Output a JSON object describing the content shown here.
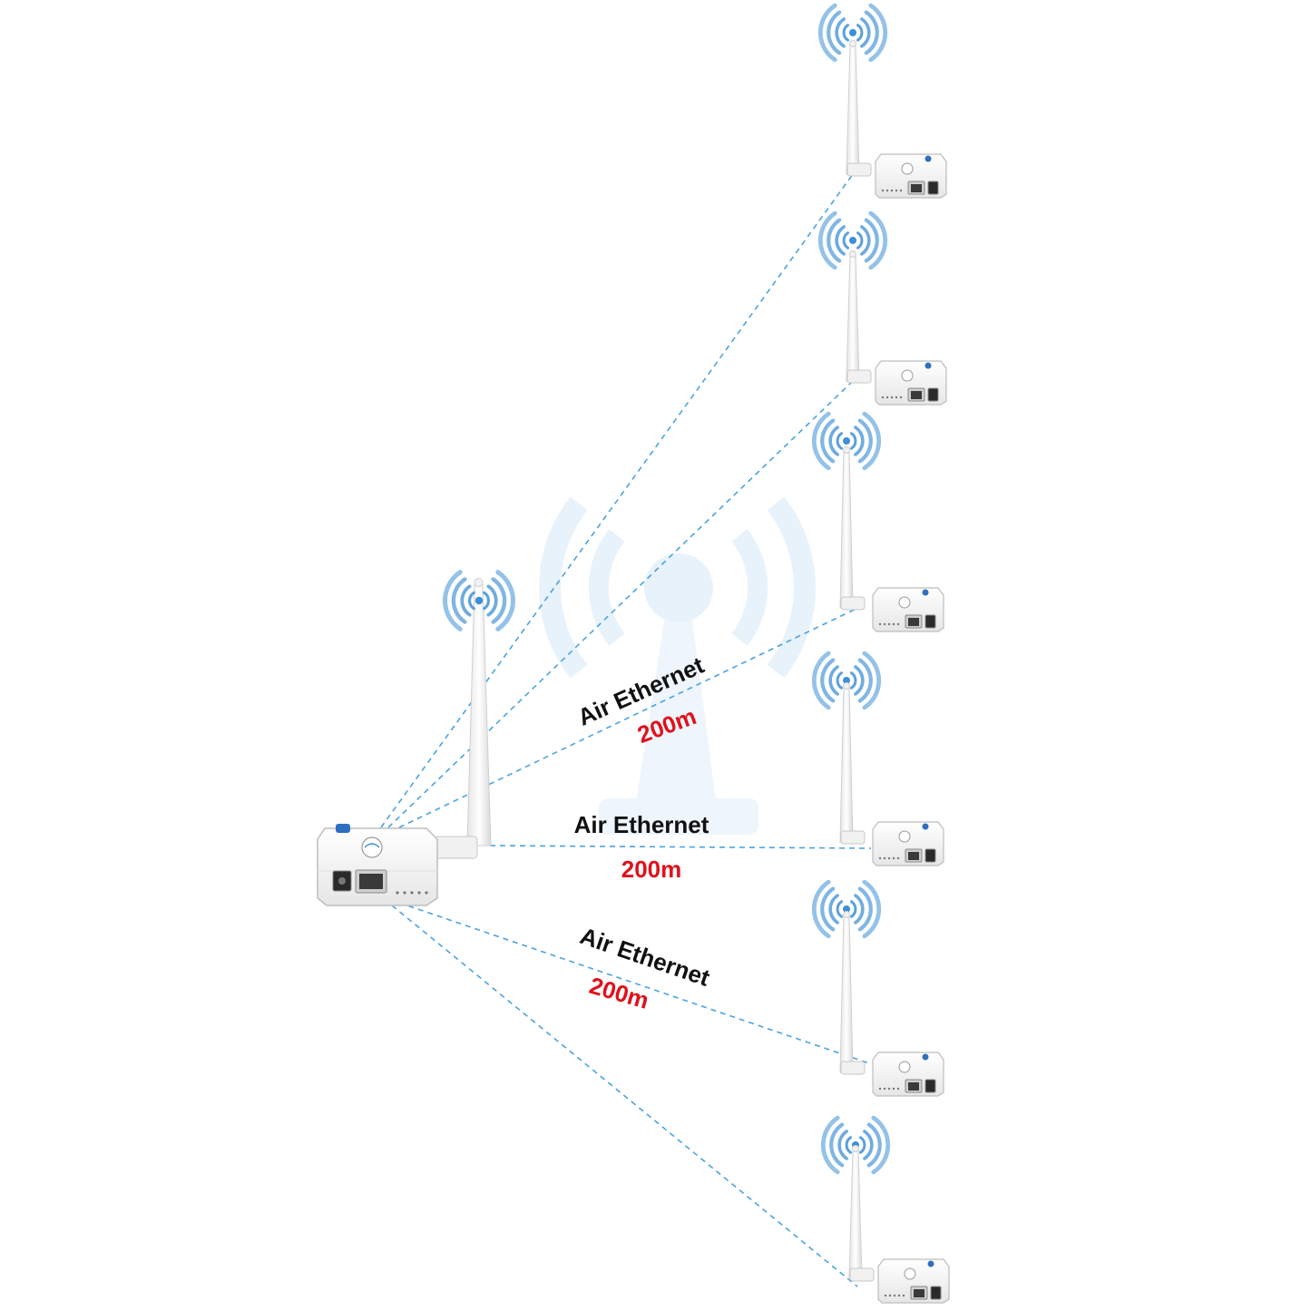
{
  "colors": {
    "background": "#ffffff",
    "link_line": "#4aa3df",
    "signal_wave": "#3d8fd6",
    "watermark": "#e8f3fb",
    "device_body": "#f4f4f4",
    "antenna": "#f7f7f7",
    "label_text": "#111111",
    "distance_text": "#e0111b"
  },
  "hub": {
    "name": "main-wireless-bridge",
    "badge_icon": "rx-badge-icon",
    "logo_icon": "brand-logo-icon"
  },
  "remotes_count": 6,
  "links": [
    {
      "label": "Air Ethernet",
      "distance": "200m"
    },
    {
      "label": "Air Ethernet",
      "distance": "200m"
    },
    {
      "label": "Air Ethernet",
      "distance": "200m"
    }
  ],
  "icons": {
    "signal": "wifi-signal-icon",
    "watermark": "tower-watermark-icon"
  }
}
